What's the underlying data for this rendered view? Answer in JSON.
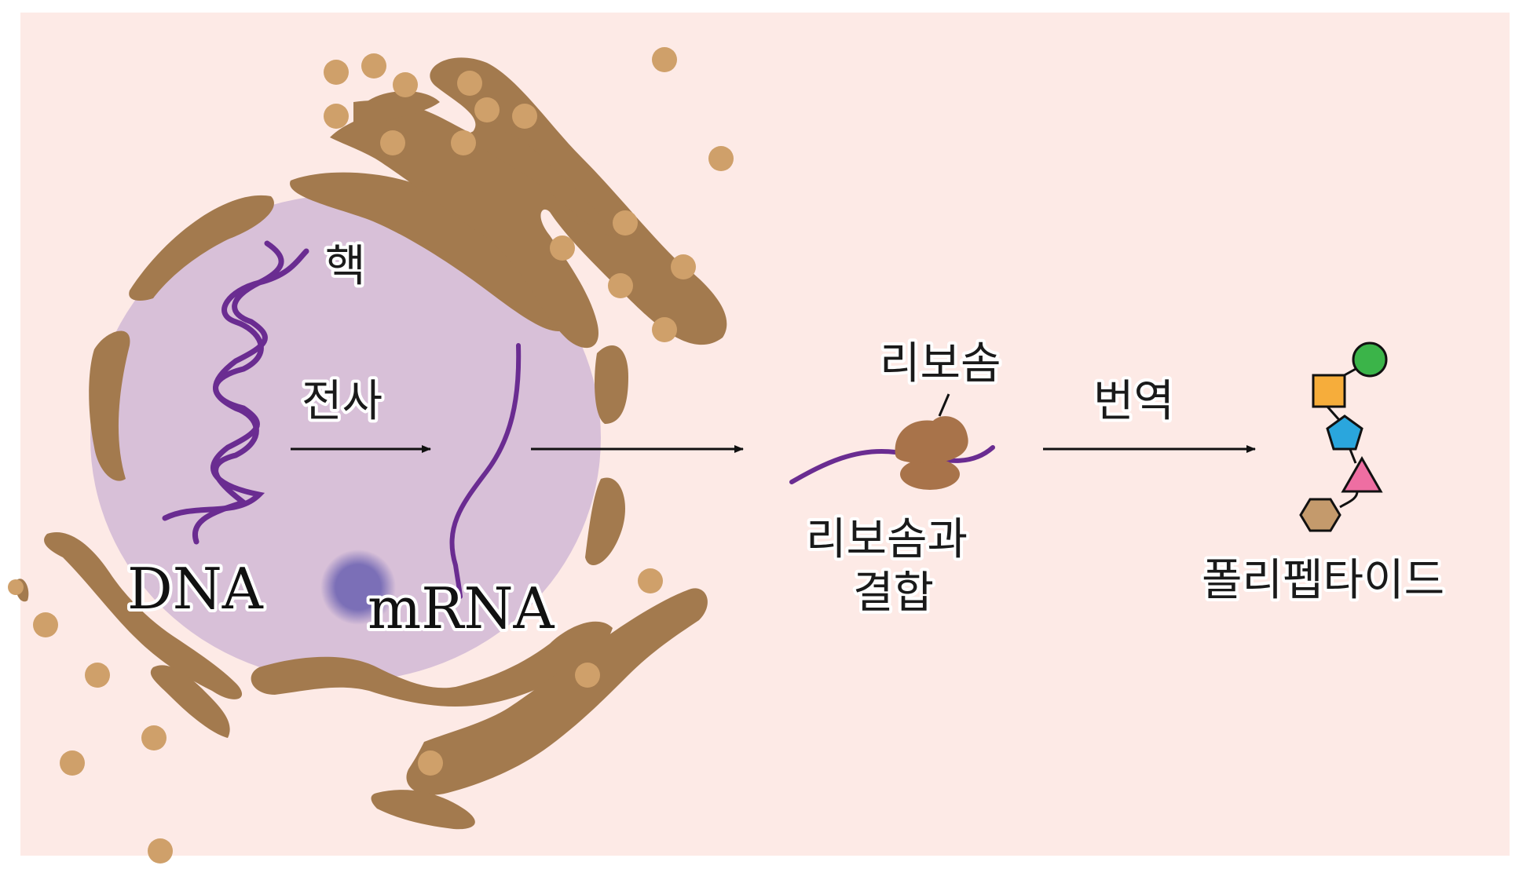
{
  "colors": {
    "background": "#fdeae6",
    "nucleus": "#d8c0d8",
    "er": "#a37a4e",
    "ribosome_dots": "#cfa06a",
    "nucleolus": "#7b6fb7",
    "strand": "#6a2c91",
    "ribosome": "#a8734a",
    "arrow": "#111111"
  },
  "labels": {
    "nucleus": "핵",
    "dna": "DNA",
    "transcription": "전사",
    "mrna": "mRNA",
    "ribosome": "리보솜",
    "binding_line1": "리보솜과",
    "binding_line2": "결합",
    "translation": "번역",
    "polypeptide": "폴리펩타이드"
  },
  "polypeptide_units": [
    {
      "shape": "circle",
      "color": "#3bb449"
    },
    {
      "shape": "square",
      "color": "#f6ad3b"
    },
    {
      "shape": "pentagon",
      "color": "#2aa6dd"
    },
    {
      "shape": "triangle",
      "color": "#ee6ea2"
    },
    {
      "shape": "hexagon",
      "color": "#c49a6c"
    }
  ]
}
